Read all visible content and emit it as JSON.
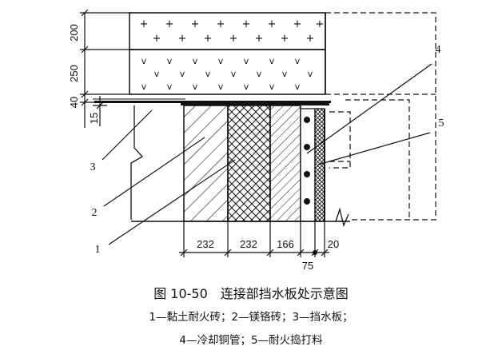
{
  "figure": {
    "title": "图 10-50　连接部挡水板处示意图",
    "legend_line1": "1—黏土耐火砖；2—镁铬砖；3—挡水板；",
    "legend_line2": "4—冷却铜管；5—耐火捣打料"
  },
  "dimensions": {
    "left": [
      "200",
      "250",
      "40",
      "15"
    ],
    "bottom": [
      "232",
      "232",
      "166",
      "20",
      "75"
    ]
  },
  "callouts": [
    "1",
    "2",
    "3",
    "4",
    "5"
  ],
  "colors": {
    "line": "#111111",
    "background": "#ffffff"
  }
}
